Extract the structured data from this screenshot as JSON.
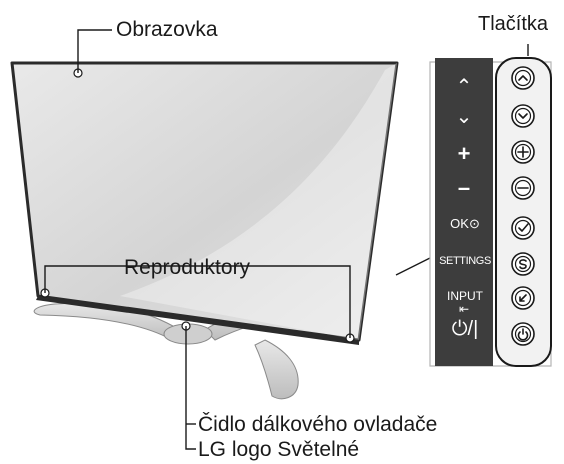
{
  "labels": {
    "screen": "Obrazovka",
    "buttons": "Tlačítka",
    "speakers": "Reproduktory",
    "sensor": "Čidlo dálkového ovladače",
    "logo": "LG logo Světelné"
  },
  "panel_buttons": [
    {
      "label": "",
      "icon": "chevron-up-icon"
    },
    {
      "label": "",
      "icon": "chevron-down-icon"
    },
    {
      "label": "+",
      "icon": "plus-icon"
    },
    {
      "label": "–",
      "icon": "minus-icon"
    },
    {
      "label": "OK",
      "icon": "ok-check-icon"
    },
    {
      "label": "SETTINGS",
      "icon": "settings-s-icon"
    },
    {
      "label": "INPUT",
      "icon": "input-arrow-icon"
    },
    {
      "label": "",
      "icon": "power-icon"
    }
  ],
  "colors": {
    "tv_frame": "#2b2b2b",
    "screen_fill": "#dcdcdc",
    "panel_dark": "#3d3d3d",
    "panel_light": "#f2f2f2",
    "stand": "#d9d9d9",
    "line": "#1a1a1a"
  }
}
